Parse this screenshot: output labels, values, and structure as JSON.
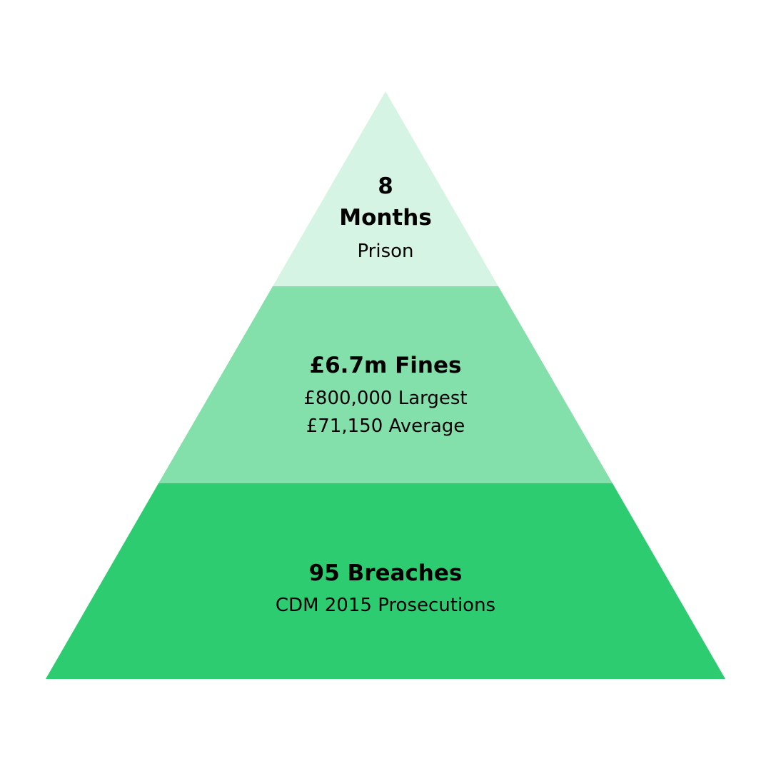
{
  "pyramid": {
    "colors": {
      "top": "#d6f4e3",
      "middle": "#84e0aa",
      "bottom": "#2ecc71"
    },
    "tiers": [
      {
        "id": "top",
        "lines": [
          "8",
          "Months",
          "Prison"
        ]
      },
      {
        "id": "middle",
        "lines": [
          "£6.7m Fines",
          "£800,000 Largest",
          "£71,150 Average"
        ]
      },
      {
        "id": "bottom",
        "lines": [
          "95 Breaches",
          "CDM 2015 Prosecutions"
        ]
      }
    ]
  }
}
